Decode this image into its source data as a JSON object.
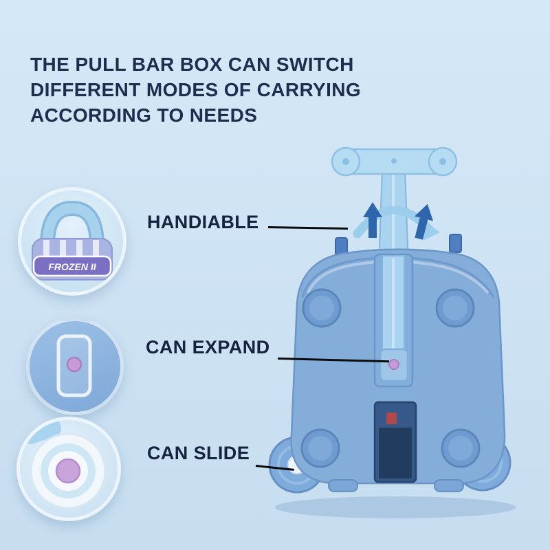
{
  "background": {
    "color": "#cfe3f3"
  },
  "headline": {
    "lines": [
      "THE PULL BAR BOX CAN SWITCH",
      "DIFFERENT MODES OF CARRYING",
      "ACCORDING TO NEEDS"
    ],
    "color": "#1e2c4e"
  },
  "callouts": {
    "handle": {
      "label": "HANDIABLE"
    },
    "expand": {
      "label": "CAN EXPAND"
    },
    "slide": {
      "label": "CAN SLIDE"
    }
  },
  "insets": {
    "handle": {
      "brand": "FROZEN II"
    }
  },
  "product": {
    "colors": {
      "body_blue": "#83abd9",
      "handle_light_blue": "#aed6f0",
      "arrow_dark_blue": "#2f66ab",
      "accent_purple": "#bb93d0",
      "slot_navy": "#2f4f78"
    }
  }
}
